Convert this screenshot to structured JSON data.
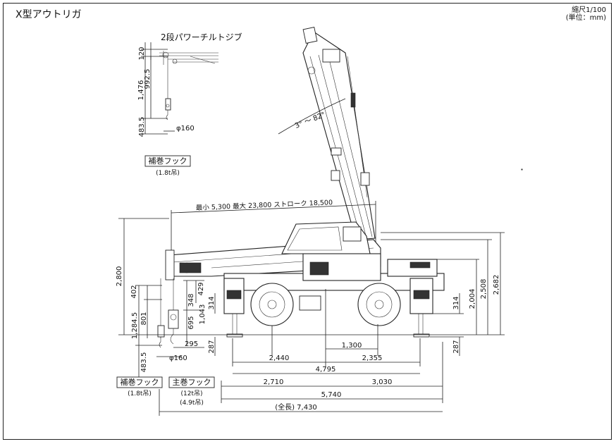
{
  "title": "X型アウトリガ",
  "scale": {
    "line1": "縮尺1/100",
    "line2": "(単位：mm)"
  },
  "jib": {
    "label": "2段パワーチルトジブ",
    "dims": [
      "120",
      "992.5",
      "1,476",
      "483.5"
    ],
    "sheave": "φ160",
    "hook_label": "補巻フック",
    "hook_capacity": "(1.8t吊)"
  },
  "angle": "3° ～ 82°",
  "boom_length": "最小 5,300  最大 23,800  ストローク 18,500",
  "front_dims": {
    "overall_height": "2,800",
    "aux": [
      "402",
      "801",
      "1,284.5",
      "483.5"
    ],
    "main": [
      "429",
      "348",
      "1,043",
      "695",
      "295"
    ],
    "outrigger_h": "314",
    "ground": "287",
    "sheave": "φ160"
  },
  "rear_dims": {
    "outrigger_h": "314",
    "ground": "287",
    "h1": "2,004",
    "h2": "2,508",
    "h3": "2,682"
  },
  "bottom_dims": {
    "d1300": "1,300",
    "d2440": "2,440",
    "d2355": "2,355",
    "d4795": "4,795",
    "d2710": "2,710",
    "d3030": "3,030",
    "d5740": "5,740",
    "overall": "(全長) 7,430"
  },
  "hooks": {
    "aux_label": "補巻フック",
    "aux_capacity": "(1.8t吊)",
    "main_label": "主巻フック",
    "main_capacity_1": "(12t吊)",
    "main_capacity_2": "(4.9t吊)"
  }
}
